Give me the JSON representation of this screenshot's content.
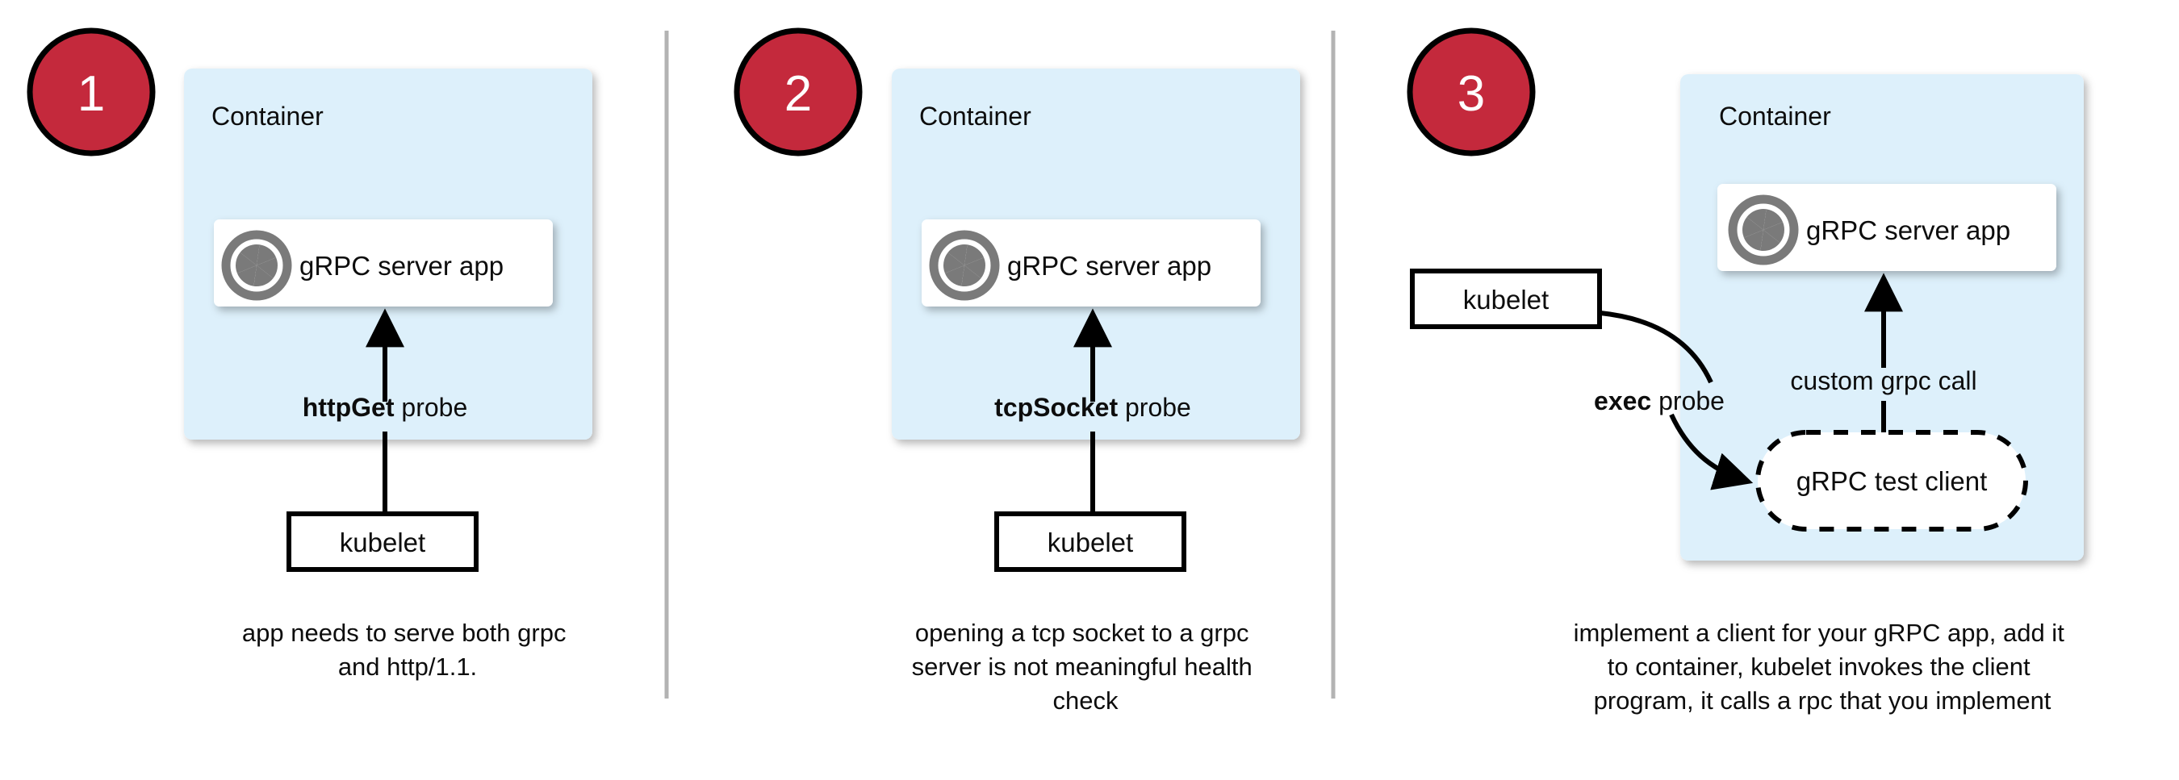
{
  "colors": {
    "badge_fill": "#c4293c",
    "badge_stroke": "#000000",
    "badge_text": "#ffffff",
    "container_fill": "#ddf0fb",
    "node_fill": "#ffffff",
    "stroke": "#000000",
    "grpc_icon": "#7a7a7a",
    "divider": "#b3b3b3",
    "text": "#0d0d0d"
  },
  "panels": [
    {
      "badge": "1",
      "container_label": "Container",
      "server_app_label": "gRPC server app",
      "server_app_icon": "grpc-logo-icon",
      "probe_label_bold": "httpGet",
      "probe_label_rest": " probe",
      "kubelet_label": "kubelet",
      "caption_lines": [
        "app needs to serve both grpc",
        "and http/1.1."
      ]
    },
    {
      "badge": "2",
      "container_label": "Container",
      "server_app_label": "gRPC server app",
      "server_app_icon": "grpc-logo-icon",
      "probe_label_bold": "tcpSocket",
      "probe_label_rest": " probe",
      "kubelet_label": "kubelet",
      "caption_lines": [
        "opening a tcp socket to a grpc",
        "server is not meaningful health",
        "check"
      ]
    },
    {
      "badge": "3",
      "container_label": "Container",
      "server_app_label": "gRPC server app",
      "server_app_icon": "grpc-logo-icon",
      "probe_label_bold": "exec",
      "probe_label_rest": " probe",
      "kubelet_label": "kubelet",
      "test_client_label": "gRPC test client",
      "inner_call_label": "custom grpc call",
      "caption_lines": [
        "implement a client for your gRPC app, add it",
        "to container, kubelet invokes the client",
        "program, it calls a rpc that you implement"
      ]
    }
  ]
}
